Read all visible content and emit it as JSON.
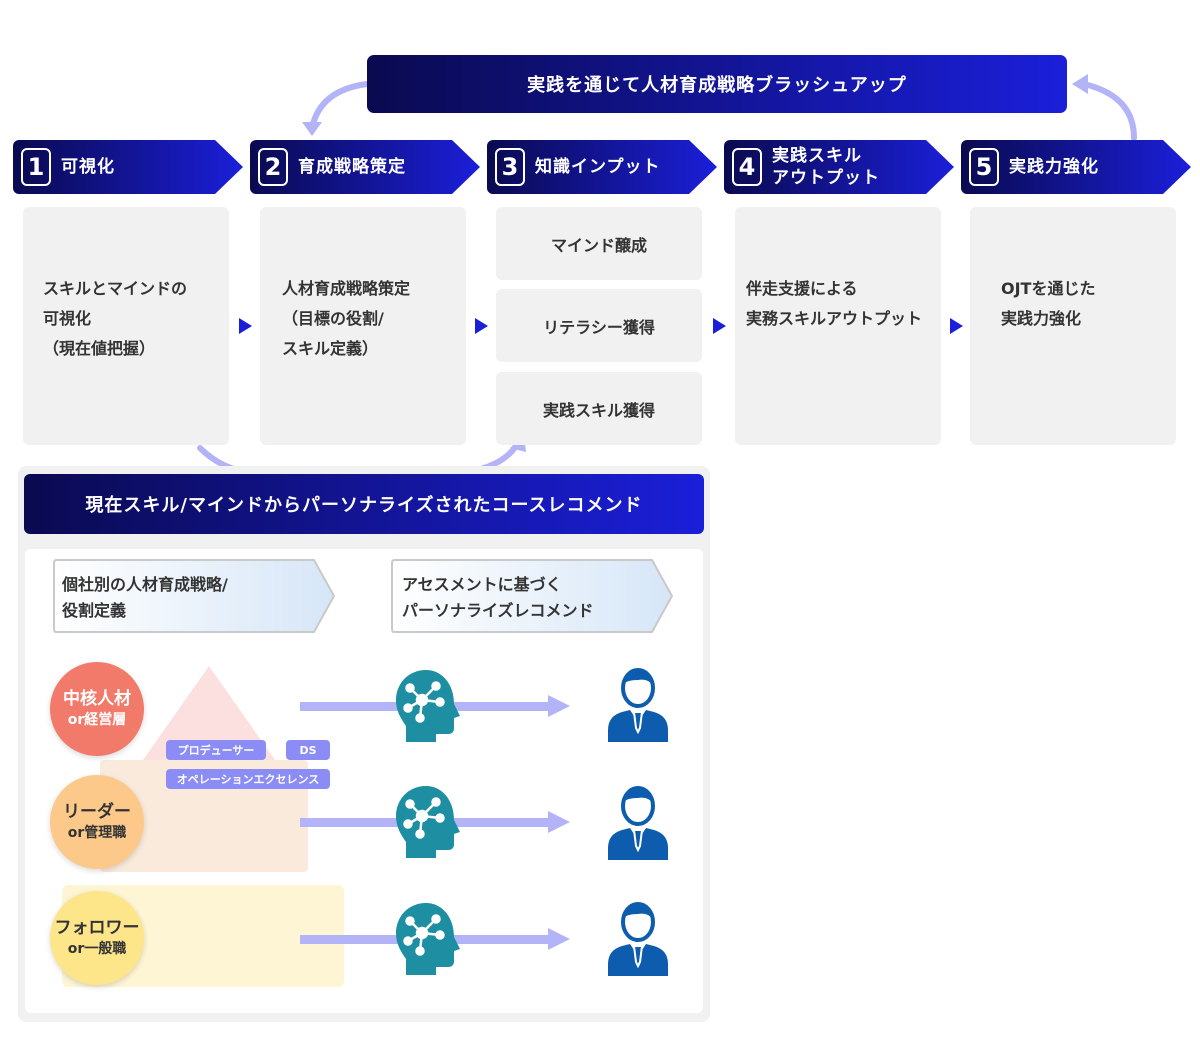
{
  "banner": {
    "label": "実践を通じて人材育成戦略ブラッシュアップ"
  },
  "steps": [
    {
      "num": "1",
      "label": "可視化"
    },
    {
      "num": "2",
      "label": "育成戦略策定"
    },
    {
      "num": "3",
      "label": "知識インプット"
    },
    {
      "num": "4",
      "label_line1": "実践スキル",
      "label_line2": "アウトプット"
    },
    {
      "num": "5",
      "label": "実践力強化"
    }
  ],
  "boxes": {
    "b1": [
      "スキルとマインドの",
      "可視化",
      "（現在値把握）"
    ],
    "b2": [
      "人材育成戦略策定",
      "（目標の役割/",
      "スキル定義）"
    ],
    "b3": [
      "マインド醸成",
      "リテラシー獲得",
      "実践スキル獲得"
    ],
    "b4": [
      "伴走支援による",
      "実務スキルアウトプット"
    ],
    "b5": [
      "OJTを通じた",
      "実践力強化"
    ]
  },
  "bottom": {
    "header": "現在スキル/マインドからパーソナライズされたコースレコメンド",
    "chevron1": [
      "個社別の人材育成戦略/",
      "役割定義"
    ],
    "chevron2": [
      "アセスメントに基づく",
      "パーソナライズレコメンド"
    ],
    "levels": [
      {
        "main": "中核人材",
        "sub": "or経営層",
        "color": "#f27a6a"
      },
      {
        "main": "リーダー",
        "sub": "or管理職",
        "color": "#fdc98a"
      },
      {
        "main": "フォロワー",
        "sub": "or一般職",
        "color": "#fde58a"
      }
    ],
    "tags": {
      "producer": "プロデューサー",
      "ds": "DS",
      "opex": "オペレーションエクセレンス"
    }
  },
  "colors": {
    "navy": "#0a0a50",
    "blue": "#1b1fd9",
    "arrow": "#b3b3f7",
    "head": "#1e8fa3",
    "person": "#0d5cae"
  }
}
